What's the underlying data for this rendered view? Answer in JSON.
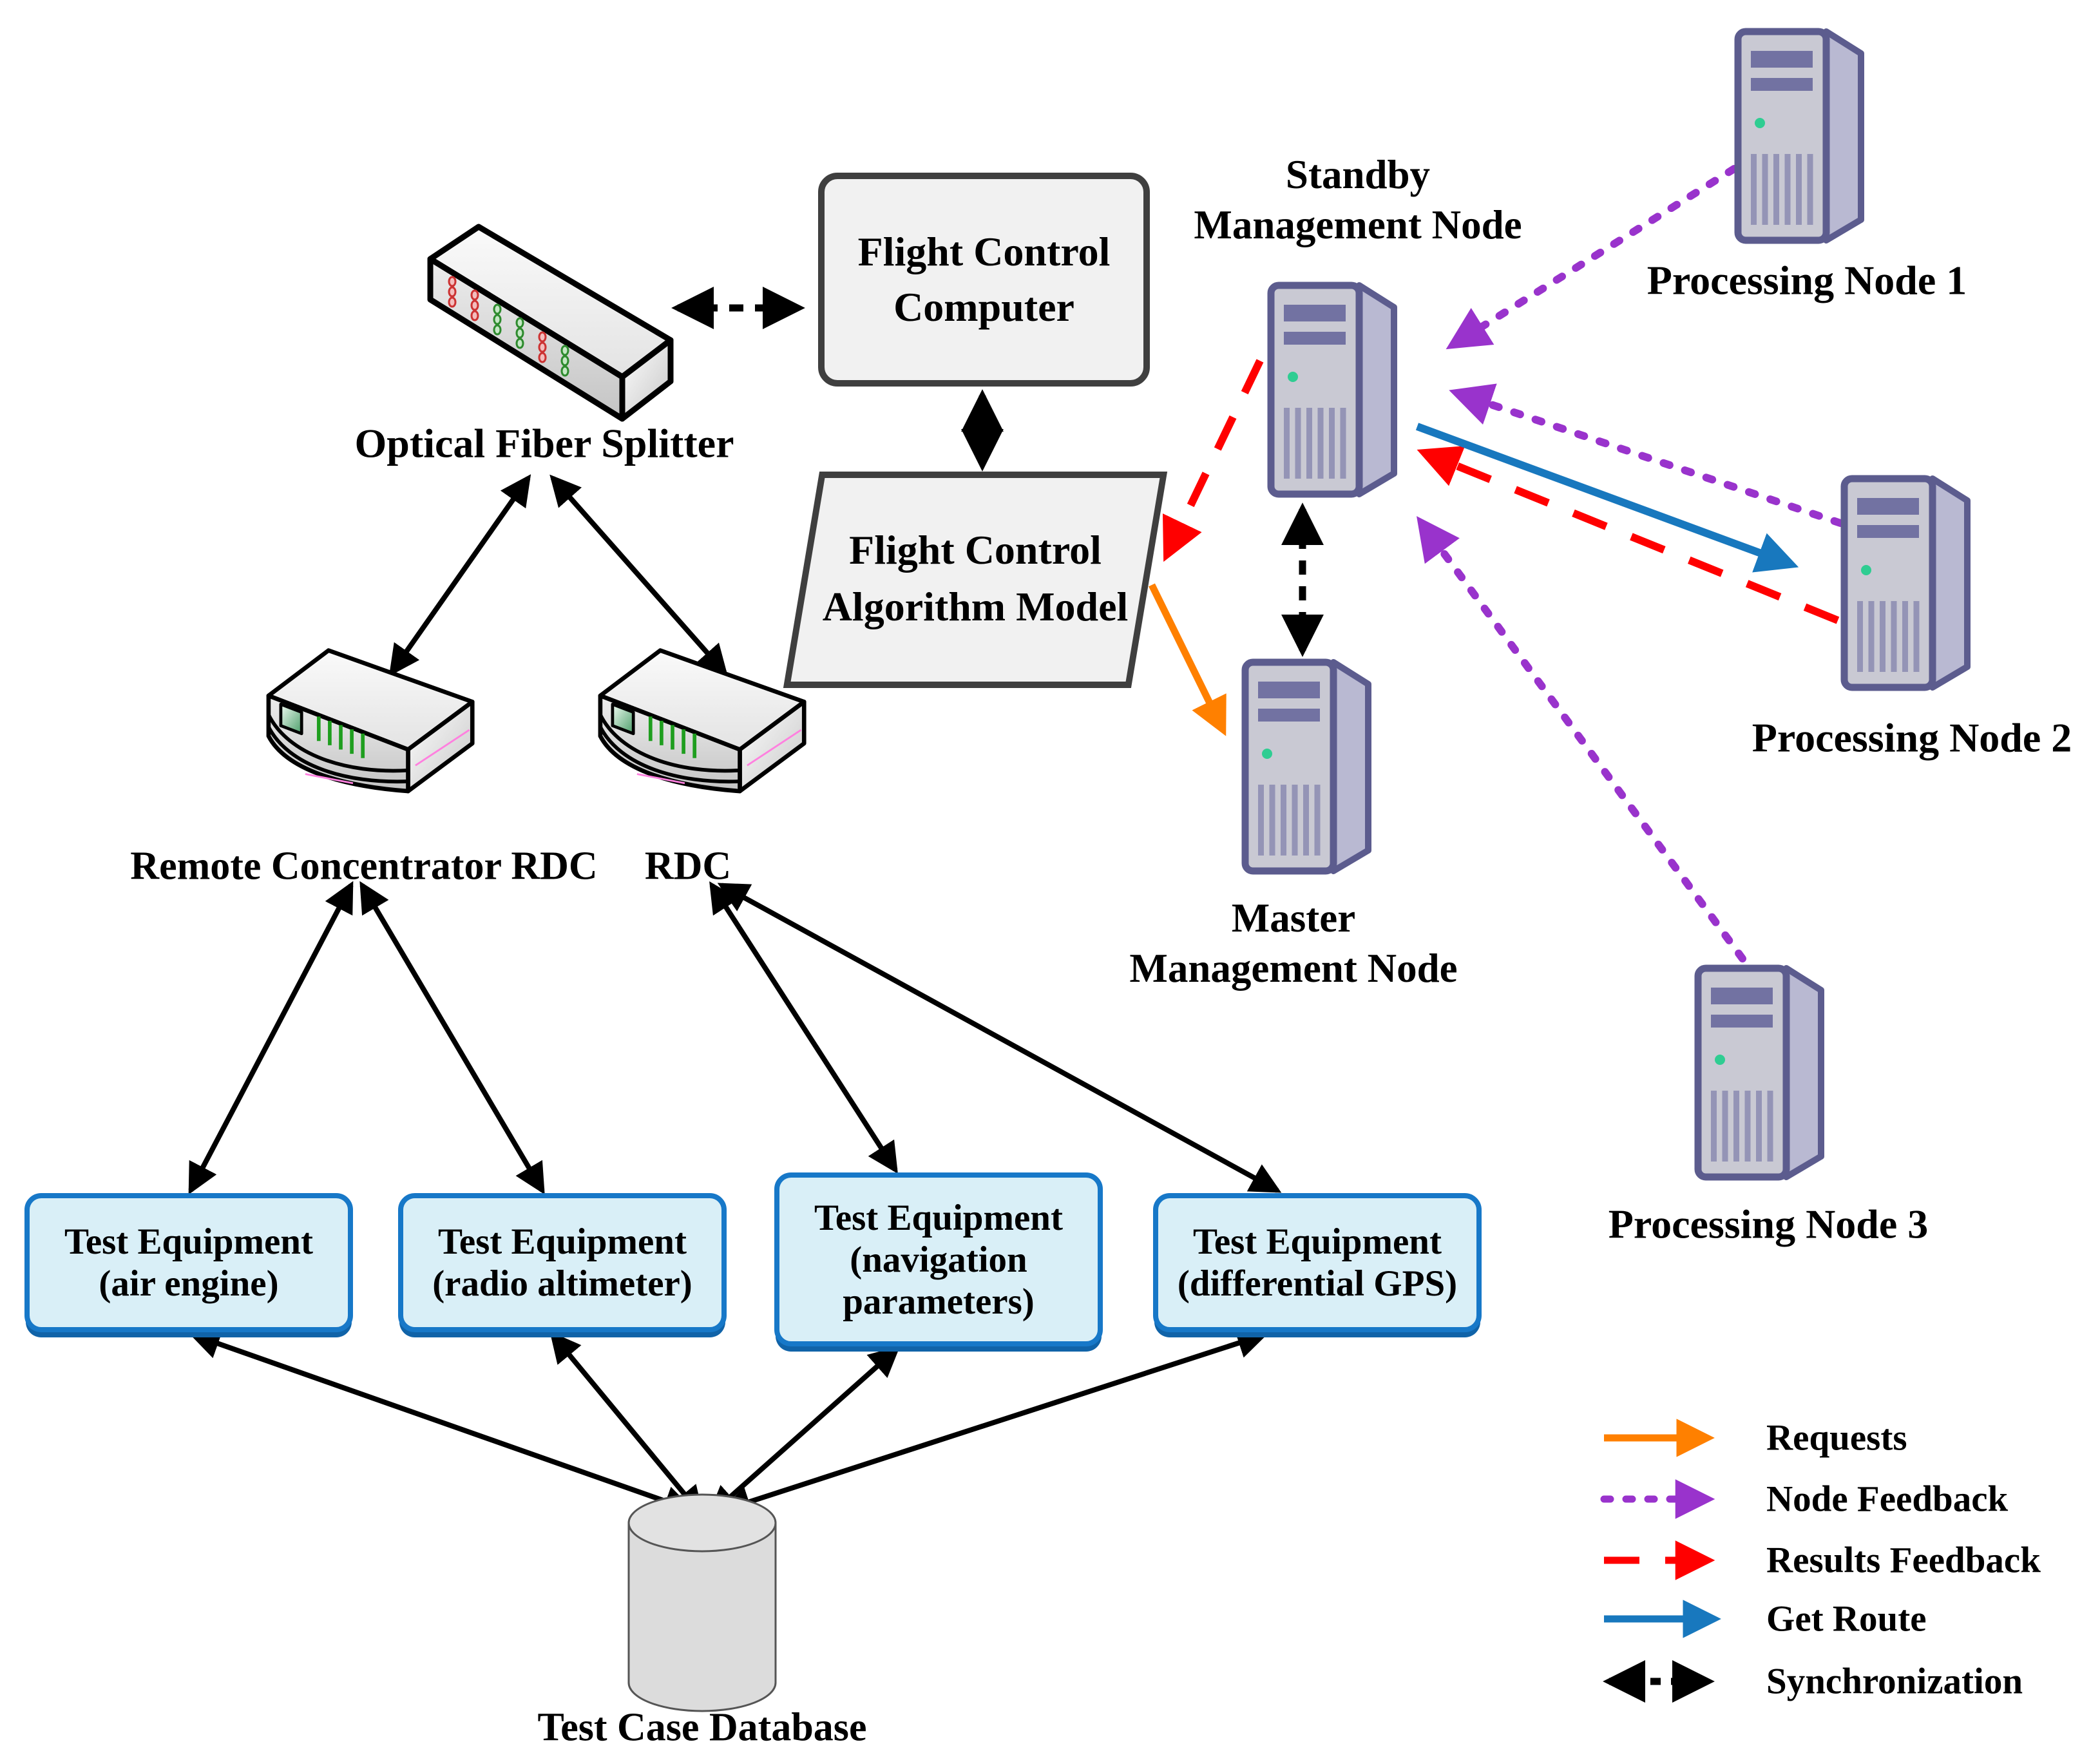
{
  "nodes": {
    "optical_fiber_splitter": {
      "label": "Optical Fiber Splitter"
    },
    "flight_control_computer": {
      "lines": [
        "Flight Control",
        "Computer"
      ]
    },
    "flight_control_algorithm_model": {
      "lines": [
        "Flight Control",
        "Algorithm Model"
      ]
    },
    "standby_management_node": {
      "lines": [
        "Standby",
        "Management Node"
      ]
    },
    "master_management_node": {
      "lines": [
        "Master",
        "Management Node"
      ]
    },
    "processing_node_1": {
      "label": "Processing Node 1"
    },
    "processing_node_2": {
      "label": "Processing Node 2"
    },
    "processing_node_3": {
      "label": "Processing Node 3"
    },
    "remote_concentrator_rdc": {
      "label": "Remote Concentrator RDC"
    },
    "rdc": {
      "label": "RDC"
    },
    "test_equipment_air_engine": {
      "lines": [
        "Test Equipment",
        "(air engine)"
      ]
    },
    "test_equipment_radio_altimeter": {
      "lines": [
        "Test Equipment",
        "(radio altimeter)"
      ]
    },
    "test_equipment_navigation": {
      "lines": [
        "Test Equipment",
        "(navigation",
        "parameters)"
      ]
    },
    "test_equipment_differential_gps": {
      "lines": [
        "Test Equipment",
        "(differential GPS)"
      ]
    },
    "test_case_database": {
      "label": "Test Case Database"
    }
  },
  "legend": {
    "items": [
      {
        "label": "Requests",
        "color": "#FF8000",
        "style": "solid-arrow"
      },
      {
        "label": "Node Feedback",
        "color": "#9933CC",
        "style": "dotted-arrow"
      },
      {
        "label": "Results Feedback",
        "color": "#FF0000",
        "style": "dashed-arrow"
      },
      {
        "label": "Get Route",
        "color": "#1878BE",
        "style": "solid-arrow"
      },
      {
        "label": "Synchronization",
        "color": "#000000",
        "style": "dotted-double-arrow"
      }
    ]
  },
  "colors": {
    "requests_orange": "#FF8000",
    "node_feedback_purple": "#9933CC",
    "results_feedback_red": "#FF0000",
    "get_route_blue": "#1878BE",
    "synchronization_black": "#000000",
    "equipment_box_border": "#1778C8",
    "equipment_box_fill": "#D9EFF7",
    "panel_fill": "#F1F1F1",
    "panel_border": "#3F3F3F",
    "server_outline": "#5C5C8E",
    "server_body": "#C9C9D3",
    "server_accent": "#7272A2",
    "led_green": "#2FCD92"
  }
}
